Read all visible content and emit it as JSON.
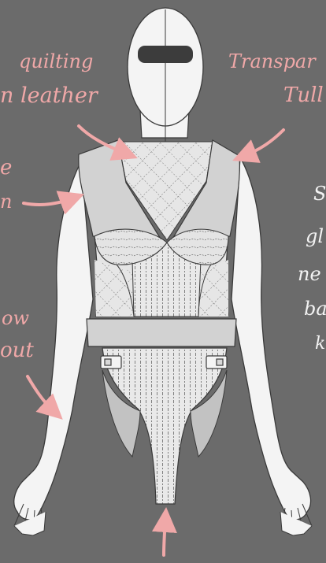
{
  "colors": {
    "background": "#6b6b6b",
    "annotation": "#f0a8a8",
    "annotation_white": "#f2f2f2",
    "skin": "#f4f4f4",
    "garment": "#d2d2d2",
    "garment_light": "#e4e4e4",
    "outline": "#3a3a3a"
  },
  "annotations": {
    "top_left_line1": "quilting",
    "top_left_line2": "n leather",
    "top_right_line1": "Transpar",
    "top_right_line2": "Tull",
    "left_mid_line1": "e",
    "left_mid_line2": "n",
    "left_low_line1": "ow",
    "left_low_line2": "out",
    "right_side_line1": "S",
    "right_side_line2": "gl",
    "right_side_line3": "ne",
    "right_side_line4": "ba",
    "right_side_line5": "k"
  },
  "icons": {
    "arrows": "arrow-icon"
  }
}
